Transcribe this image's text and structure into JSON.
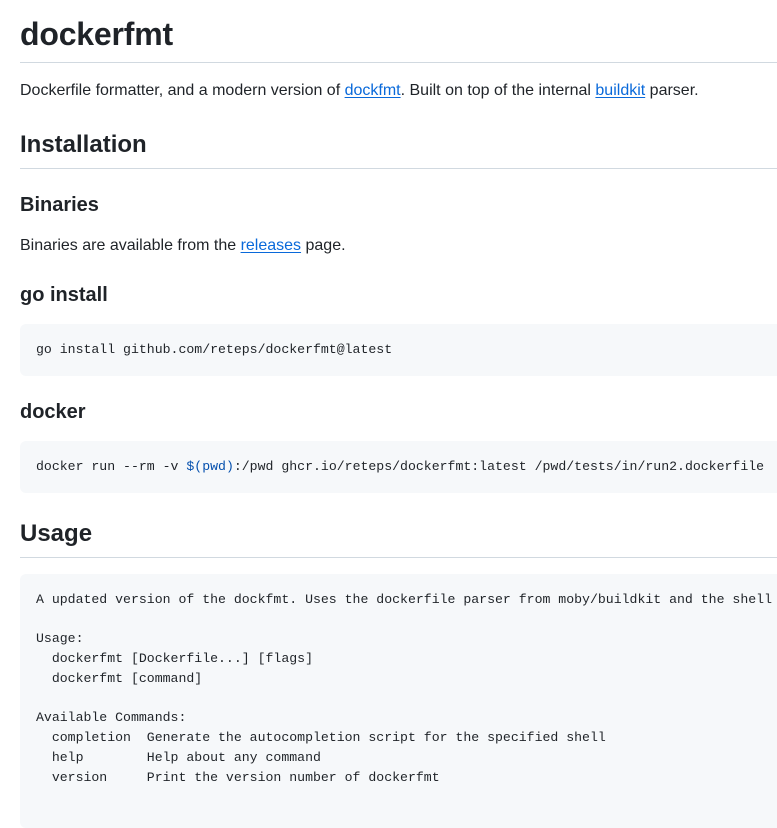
{
  "document": {
    "title": "dockerfmt",
    "intro": {
      "text_before_link1": "Dockerfile formatter, and a modern version of ",
      "link1": "dockfmt",
      "text_between": ". Built on top of the internal ",
      "link2": "buildkit",
      "text_after": " parser."
    },
    "sections": {
      "installation": {
        "heading": "Installation",
        "binaries": {
          "heading": "Binaries",
          "text_before_link": "Binaries are available from the ",
          "link": "releases",
          "text_after_link": " page."
        },
        "go_install": {
          "heading": "go install",
          "code": "go install github.com/reteps/dockerfmt@latest"
        },
        "docker": {
          "heading": "docker",
          "code_prefix": "docker run --rm -v ",
          "code_highlight": "$(pwd)",
          "code_suffix": ":/pwd ghcr.io/reteps/dockerfmt:latest /pwd/tests/in/run2.dockerfile"
        }
      },
      "usage": {
        "heading": "Usage",
        "code_lines": [
          "A updated version of the dockfmt. Uses the dockerfile parser from moby/buildkit and the shell parser",
          "",
          "Usage:",
          "  dockerfmt [Dockerfile...] [flags]",
          "  dockerfmt [command]",
          "",
          "Available Commands:",
          "  completion  Generate the autocompletion script for the specified shell",
          "  help        Help about any command",
          "  version     Print the version number of dockerfmt"
        ]
      }
    }
  },
  "colors": {
    "text": "#1f2328",
    "link": "#0969da",
    "rule": "#d1d9e0",
    "code_background": "#f6f8fa",
    "syntax_highlight": "#0550ae"
  }
}
